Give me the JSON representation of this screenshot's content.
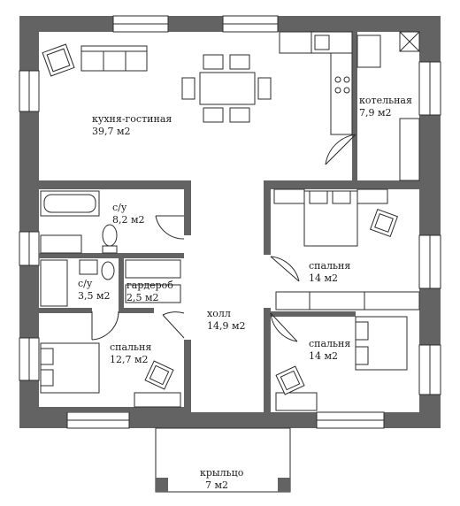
{
  "rooms": {
    "kitchen": {
      "name": "кухня-гостиная",
      "area": "39,7 м2"
    },
    "boiler": {
      "name": "котельная",
      "area": "7,9 м2"
    },
    "bath_large": {
      "name": "с/у",
      "area": "8,2 м2"
    },
    "bath_small": {
      "name": "с/у",
      "area": "3,5 м2"
    },
    "wardrobe": {
      "name": "гардероб",
      "area": "2,5 м2"
    },
    "hall": {
      "name": "холл",
      "area": "14,9 м2"
    },
    "bedroom_left": {
      "name": "спальня",
      "area": "12,7 м2"
    },
    "bedroom_right_top": {
      "name": "спальня",
      "area": "14 м2"
    },
    "bedroom_right_bottom": {
      "name": "спальня",
      "area": "14 м2"
    },
    "porch": {
      "name": "крыльцо",
      "area": "7 м2"
    }
  },
  "colors": {
    "wall": "#636363",
    "line": "#2b2b2b",
    "background": "#ffffff"
  }
}
